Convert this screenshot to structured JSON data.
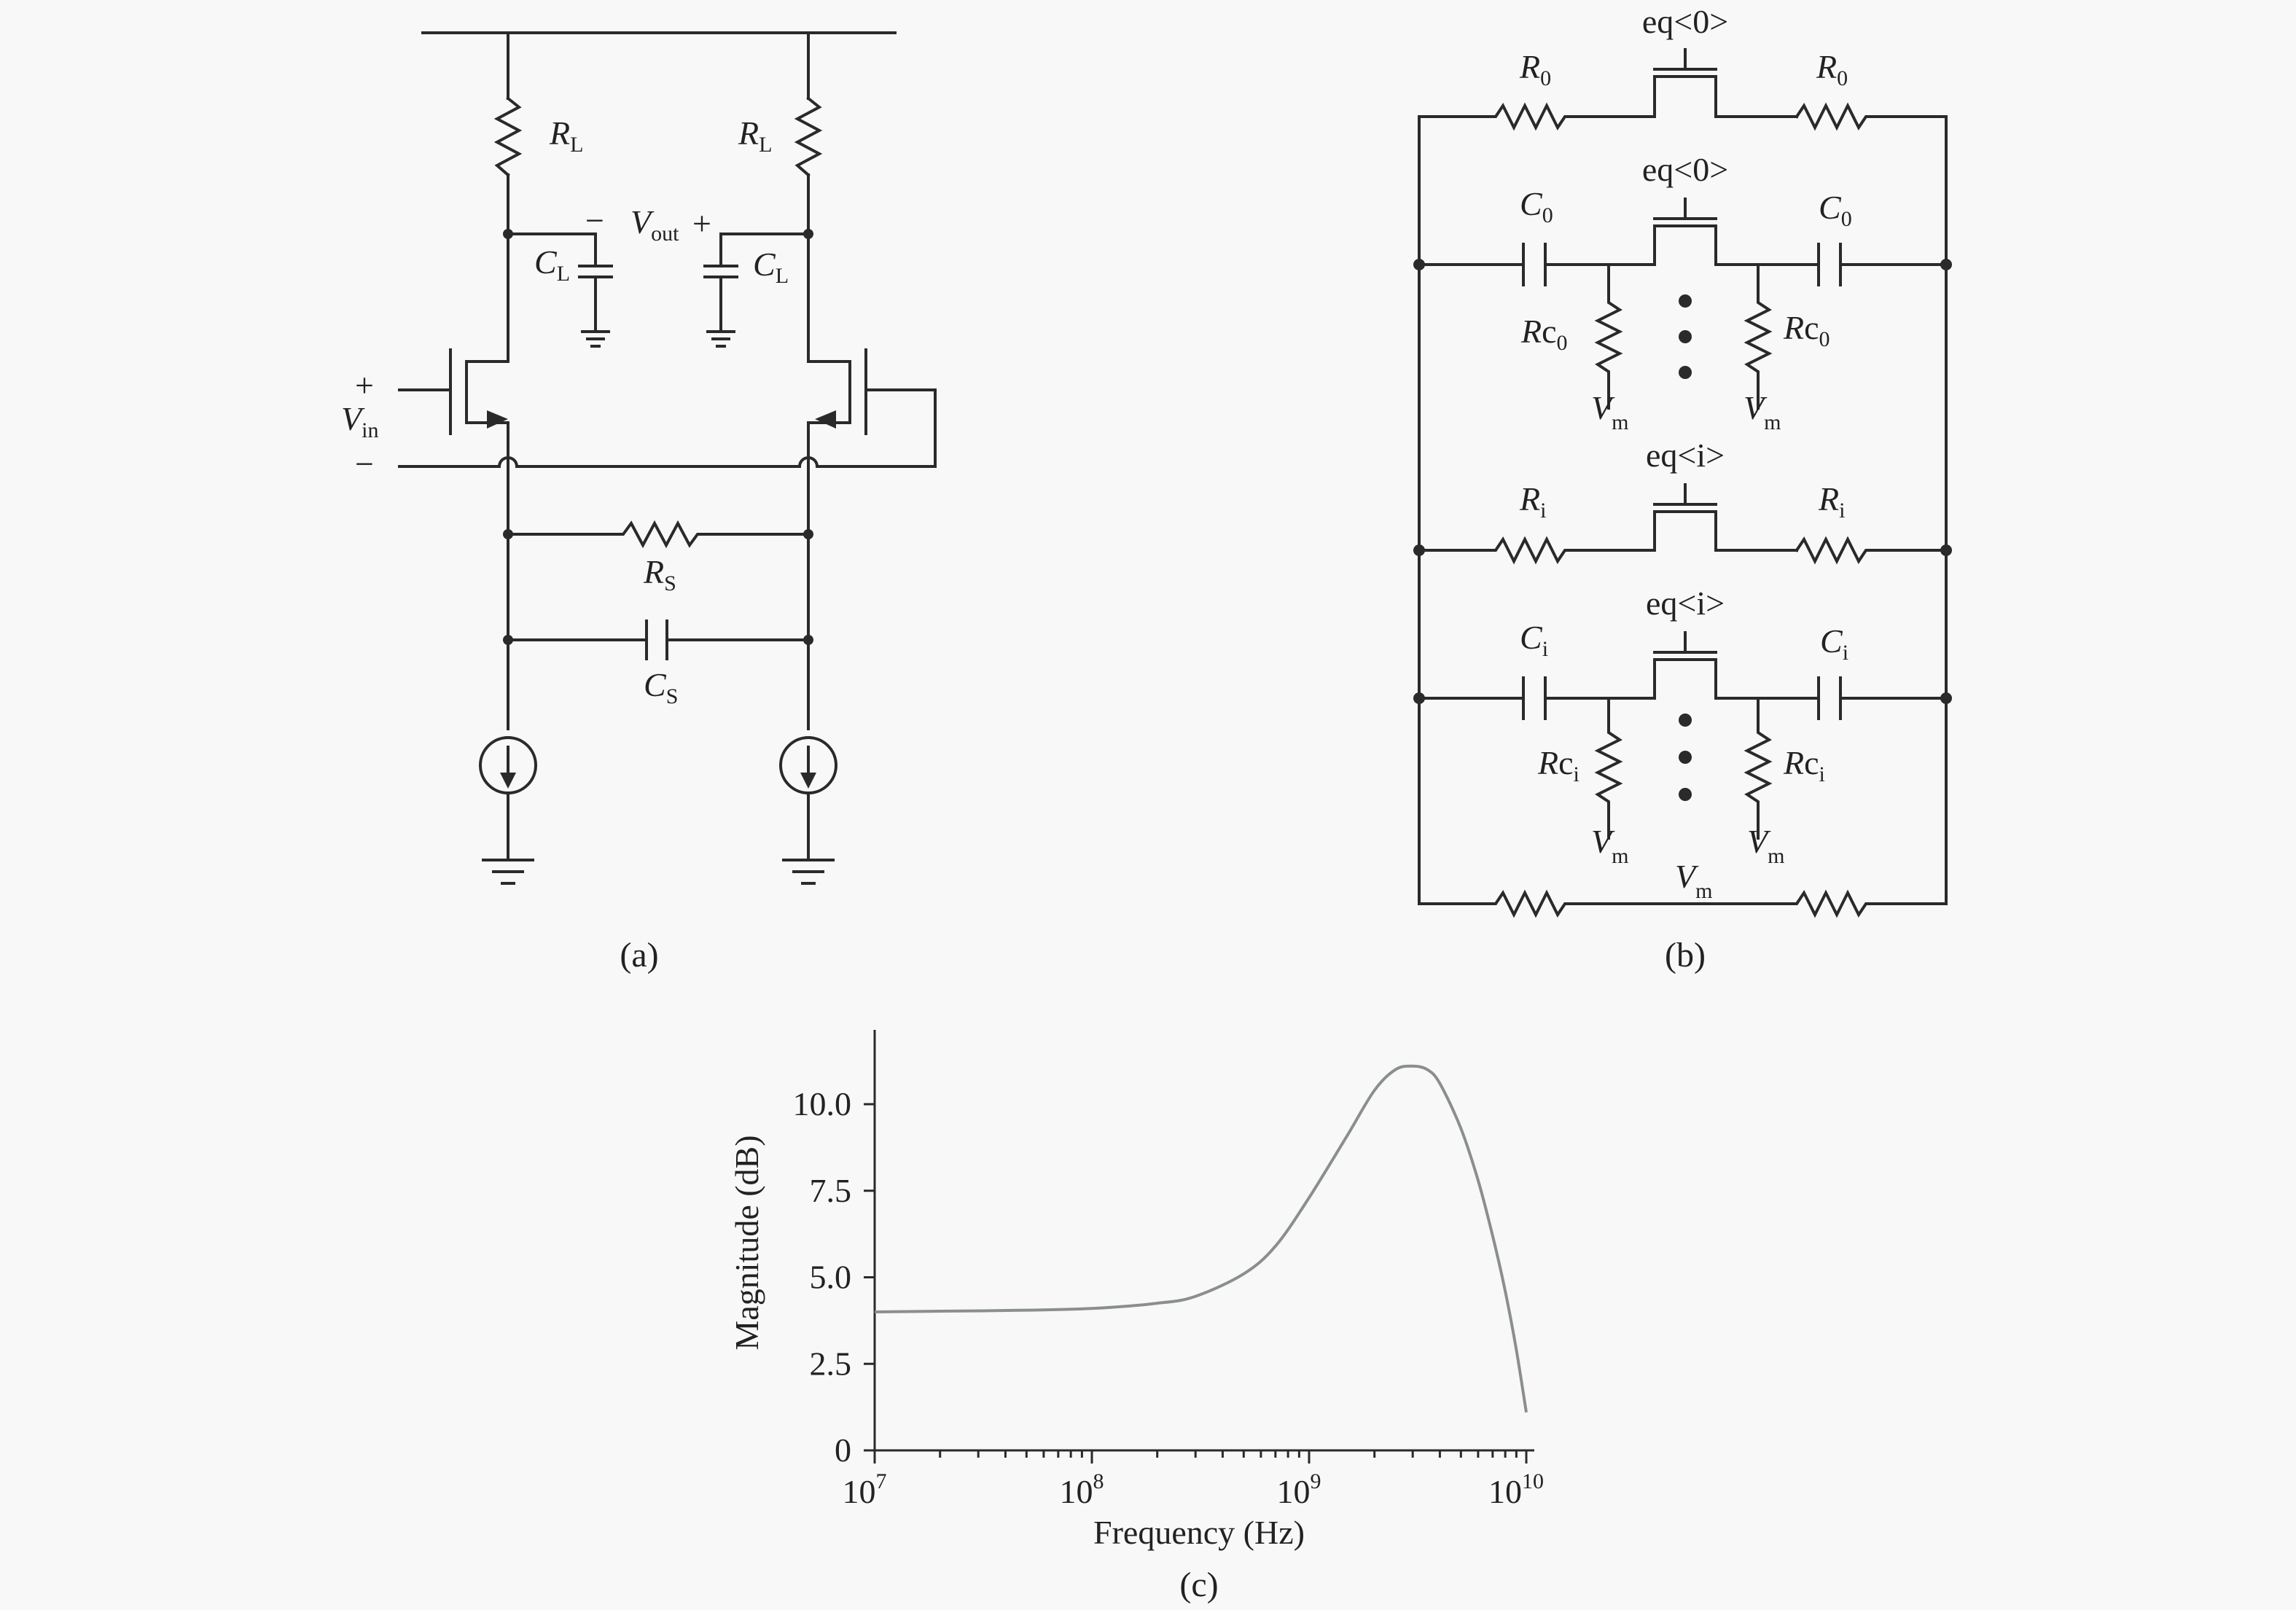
{
  "panel_a": {
    "caption": "(a)",
    "labels": {
      "rl_left_main": "R",
      "rl_left_sub": "L",
      "rl_right_main": "R",
      "rl_right_sub": "L",
      "vout_main": "V",
      "vout_sub": "out",
      "vout_minus": "−",
      "vout_plus": "+",
      "cl_left_main": "C",
      "cl_left_sub": "L",
      "cl_right_main": "C",
      "cl_right_sub": "L",
      "vin_main": "V",
      "vin_sub": "in",
      "vin_plus": "+",
      "vin_minus": "−",
      "rs_main": "R",
      "rs_sub": "S",
      "cs_main": "C",
      "cs_sub": "S"
    }
  },
  "panel_b": {
    "caption": "(b)",
    "labels": {
      "eq0_top": "eq<0>",
      "r0_left_main": "R",
      "r0_left_sub": "0",
      "r0_right_main": "R",
      "r0_right_sub": "0",
      "eq0_second": "eq<0>",
      "c0_left_main": "C",
      "c0_left_sub": "0",
      "c0_right_main": "C",
      "c0_right_sub": "0",
      "rc0_left_main": "R",
      "rc0_left_mid": "c",
      "rc0_left_sub": "0",
      "rc0_right_main": "R",
      "rc0_right_mid": "c",
      "rc0_right_sub": "0",
      "vm_1_main": "V",
      "vm_1_sub": "m",
      "vm_2_main": "V",
      "vm_2_sub": "m",
      "eqi_first": "eq<i>",
      "ri_left_main": "R",
      "ri_left_sub": "i",
      "ri_right_main": "R",
      "ri_right_sub": "i",
      "eqi_second": "eq<i>",
      "ci_left_main": "C",
      "ci_left_sub": "i",
      "ci_right_main": "C",
      "ci_right_sub": "i",
      "rci_left_main": "R",
      "rci_left_mid": "c",
      "rci_left_sub": "i",
      "rci_right_main": "R",
      "rci_right_mid": "c",
      "rci_right_sub": "i",
      "vm_3_main": "V",
      "vm_3_sub": "m",
      "vm_4_main": "V",
      "vm_4_sub": "m",
      "vm_bottom_main": "V",
      "vm_bottom_sub": "m"
    }
  },
  "panel_c": {
    "caption": "(c)",
    "chart_data": {
      "type": "line",
      "xlabel": "Frequency (Hz)",
      "ylabel": "Magnitude (dB)",
      "x_scale": "log",
      "xlim": [
        10000000,
        10000000000
      ],
      "ylim": [
        0,
        12
      ],
      "x_tick_labels": [
        {
          "base": "10",
          "exp": "7"
        },
        {
          "base": "10",
          "exp": "8"
        },
        {
          "base": "10",
          "exp": "9"
        },
        {
          "base": "10",
          "exp": "10"
        }
      ],
      "y_tick_labels": [
        "0",
        "2.5",
        "5.0",
        "7.5",
        "10.0"
      ],
      "y_ticks": [
        0,
        2.5,
        5.0,
        7.5,
        10.0
      ],
      "grid": false,
      "series": [
        {
          "color": "#8a8f8c",
          "x": [
            10000000,
            20000000,
            50000000,
            100000000,
            200000000,
            300000000,
            500000000,
            700000000,
            1000000000,
            1500000000,
            2000000000,
            2500000000,
            3000000000,
            3500000000,
            4000000000,
            5000000000,
            6000000000,
            7000000000,
            8000000000,
            9000000000,
            10000000000
          ],
          "y": [
            4.0,
            4.02,
            4.05,
            4.1,
            4.25,
            4.45,
            5.1,
            5.9,
            7.3,
            9.1,
            10.4,
            11.0,
            11.1,
            11.0,
            10.6,
            9.3,
            7.8,
            6.2,
            4.6,
            2.9,
            1.1
          ]
        }
      ]
    }
  }
}
